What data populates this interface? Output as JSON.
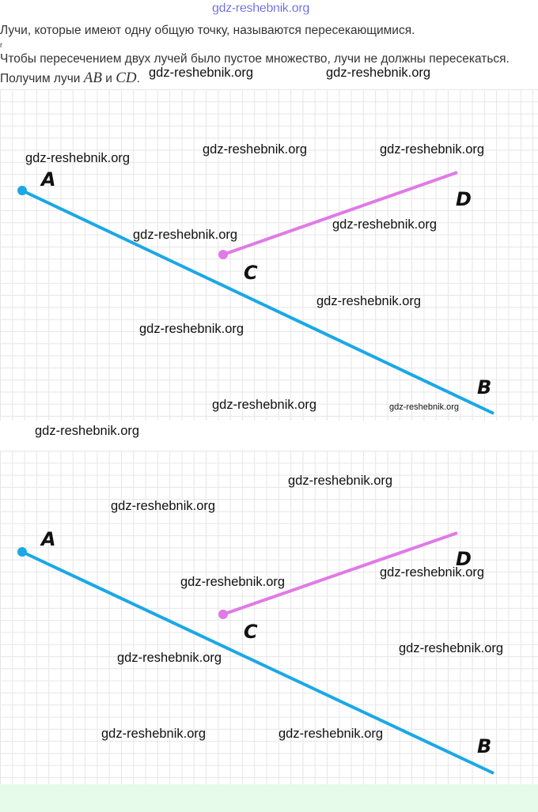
{
  "header_watermark": "gdz-reshebnik.org",
  "text": {
    "line1": "Лучи, которые имеют одну общую точку, называются пересекающимися.",
    "marker": "г",
    "line2": "Чтобы пересечением двух лучей было пустое множество, лучи не должны пересекаться.",
    "line3_prefix": "Получим лучи ",
    "ray1": "AB",
    "conj": " и ",
    "ray2": "CD",
    "period": "."
  },
  "diagram": {
    "labels": {
      "A": "A",
      "B": "B",
      "C": "C",
      "D": "D"
    },
    "ray_ab_color": "#1aa8e6",
    "ray_cd_color": "#e07ae6"
  },
  "watermarks": [
    "gdz-reshebnik.org",
    "gdz-reshebnik.org",
    "gdz-reshebnik.org",
    "gdz-reshebnik.org",
    "gdz-reshebnik.org",
    "gdz-reshebnik.org",
    "gdz-reshebnik.org",
    "gdz-reshebnik.org",
    "gdz-reshebnik.org",
    "gdz-reshebnik.org",
    "gdz-reshebnik.org",
    "gdz-reshebnik.org",
    "gdz-reshebnik.org",
    "gdz-reshebnik.org",
    "gdz-reshebnik.org",
    "gdz-reshebnik.org",
    "gdz-reshebnik.org",
    "gdz-reshebnik.org",
    "gdz-reshebnik.org",
    "gdz-reshebnik.org"
  ]
}
